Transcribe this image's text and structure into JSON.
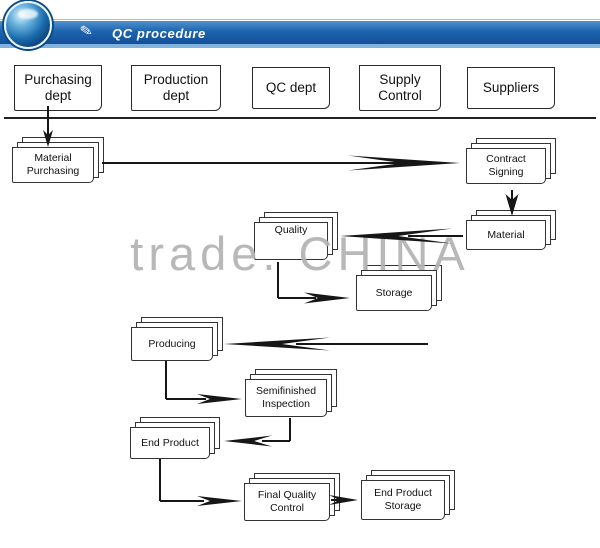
{
  "header": {
    "title": "QC procedure",
    "icon": "✎",
    "bar_color": "#1d64af",
    "strip_color": "#7fb3dd"
  },
  "watermark": "trade. CHINA",
  "departments": [
    {
      "id": "purchasing-dept",
      "label": "Purchasing dept"
    },
    {
      "id": "production-dept",
      "label": "Production dept"
    },
    {
      "id": "qc-dept",
      "label": "QC dept"
    },
    {
      "id": "supply-control",
      "label": "Supply Control"
    },
    {
      "id": "suppliers",
      "label": "Suppliers"
    }
  ],
  "nodes": [
    {
      "id": "material-purchasing",
      "label": "Material Purchasing"
    },
    {
      "id": "contract-signing",
      "label": "Contract Signing"
    },
    {
      "id": "material",
      "label": "Material"
    },
    {
      "id": "quality",
      "label": "Quality"
    },
    {
      "id": "storage",
      "label": "Storage"
    },
    {
      "id": "producing",
      "label": "Producing"
    },
    {
      "id": "semifinished-inspection",
      "label": "Semifinished Inspection"
    },
    {
      "id": "end-product",
      "label": "End Product"
    },
    {
      "id": "final-quality-control",
      "label": "Final Quality Control"
    },
    {
      "id": "end-product-storage",
      "label": "End Product Storage"
    }
  ]
}
